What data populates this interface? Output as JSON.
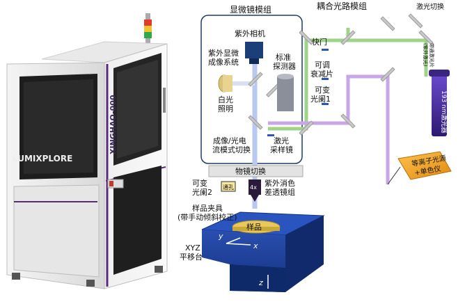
{
  "machine": {
    "logo_text": "LUMIXPLORE",
    "model_text": "XINGHAO-000"
  },
  "diagram": {
    "microscope_group": "显微镜模组",
    "coupling_group": "耦合光路模组",
    "laser_switch": "激光切换",
    "uv_camera": "紫外相机",
    "uv_imaging": [
      "紫外显微",
      "成像系统"
    ],
    "std_detector": [
      "标准",
      "探测器"
    ],
    "white_light": [
      "白光",
      "照明"
    ],
    "shutter": "快门",
    "attenuator": [
      "可调",
      "衰减片"
    ],
    "aperture1": [
      "可变",
      "光阑1"
    ],
    "mode_switch": [
      "成像/光电",
      "流模式切换"
    ],
    "laser_sampling": [
      "激光",
      "采样镜"
    ],
    "objective_switch": "物镜切换",
    "aperture2": [
      "可变",
      "光阑2"
    ],
    "through_hole": "通孔",
    "objective_4x": "4x",
    "uv_achromat": [
      "紫外消色",
      "差透镜组"
    ],
    "sample_holder": [
      "样品夹具",
      "(带手动倾斜校正)"
    ],
    "xyz_stage": [
      "XYZ",
      "平移台"
    ],
    "sample": "样品",
    "axis_x": "x",
    "axis_y": "y",
    "axis_z": "z",
    "laser_193": "193 nm激光器",
    "tunable_laser": [
      "带通激光片",
      "(紫外激光)"
    ],
    "plasma_source": [
      "等离子光源",
      "+单色仪"
    ]
  },
  "colors": {
    "microscope_box": "#1f3b66",
    "green_beam": "#9fd38a",
    "purple_beam": "#c9a6e8",
    "blue_beam": "#b9c8f0",
    "stage_blue": "#1a3a8c",
    "sample_gold": "#e8c85a",
    "laser_purple": "#4a2a9a",
    "plasma_orange": "#f5a623",
    "camera_navy": "#1c3f7a"
  }
}
